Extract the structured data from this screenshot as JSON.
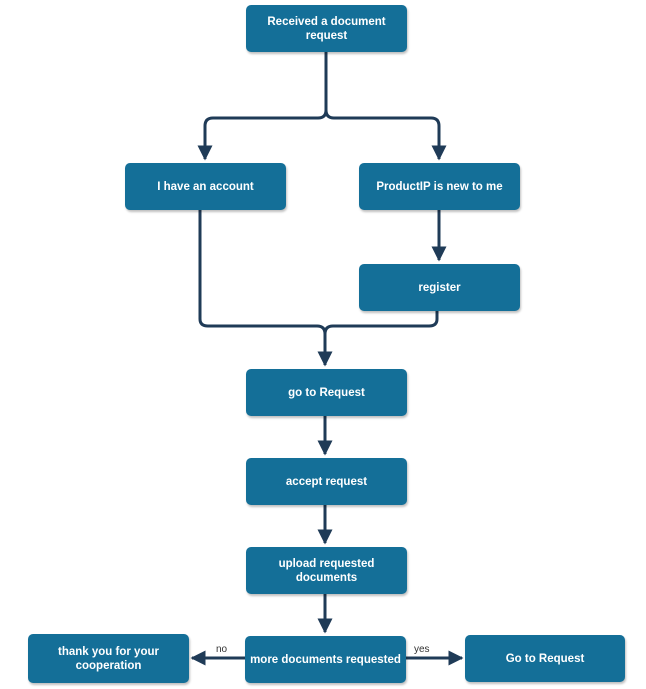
{
  "colors": {
    "node_fill": "#146f98",
    "node_text": "#ffffff",
    "connector": "#1f3b57",
    "edge_label": "#333333"
  },
  "nodes": {
    "received": "Received a document request",
    "have_account": "I have an account",
    "new_to_productip": "ProductIP is new to me",
    "register": "register",
    "go_to_request_main": "go to Request",
    "accept": "accept request",
    "upload": "upload requested documents",
    "more_docs": "more documents requested",
    "thank_you": "thank you for your cooperation",
    "go_to_request_yes": "Go to Request"
  },
  "edge_labels": {
    "no": "no",
    "yes": "yes"
  }
}
